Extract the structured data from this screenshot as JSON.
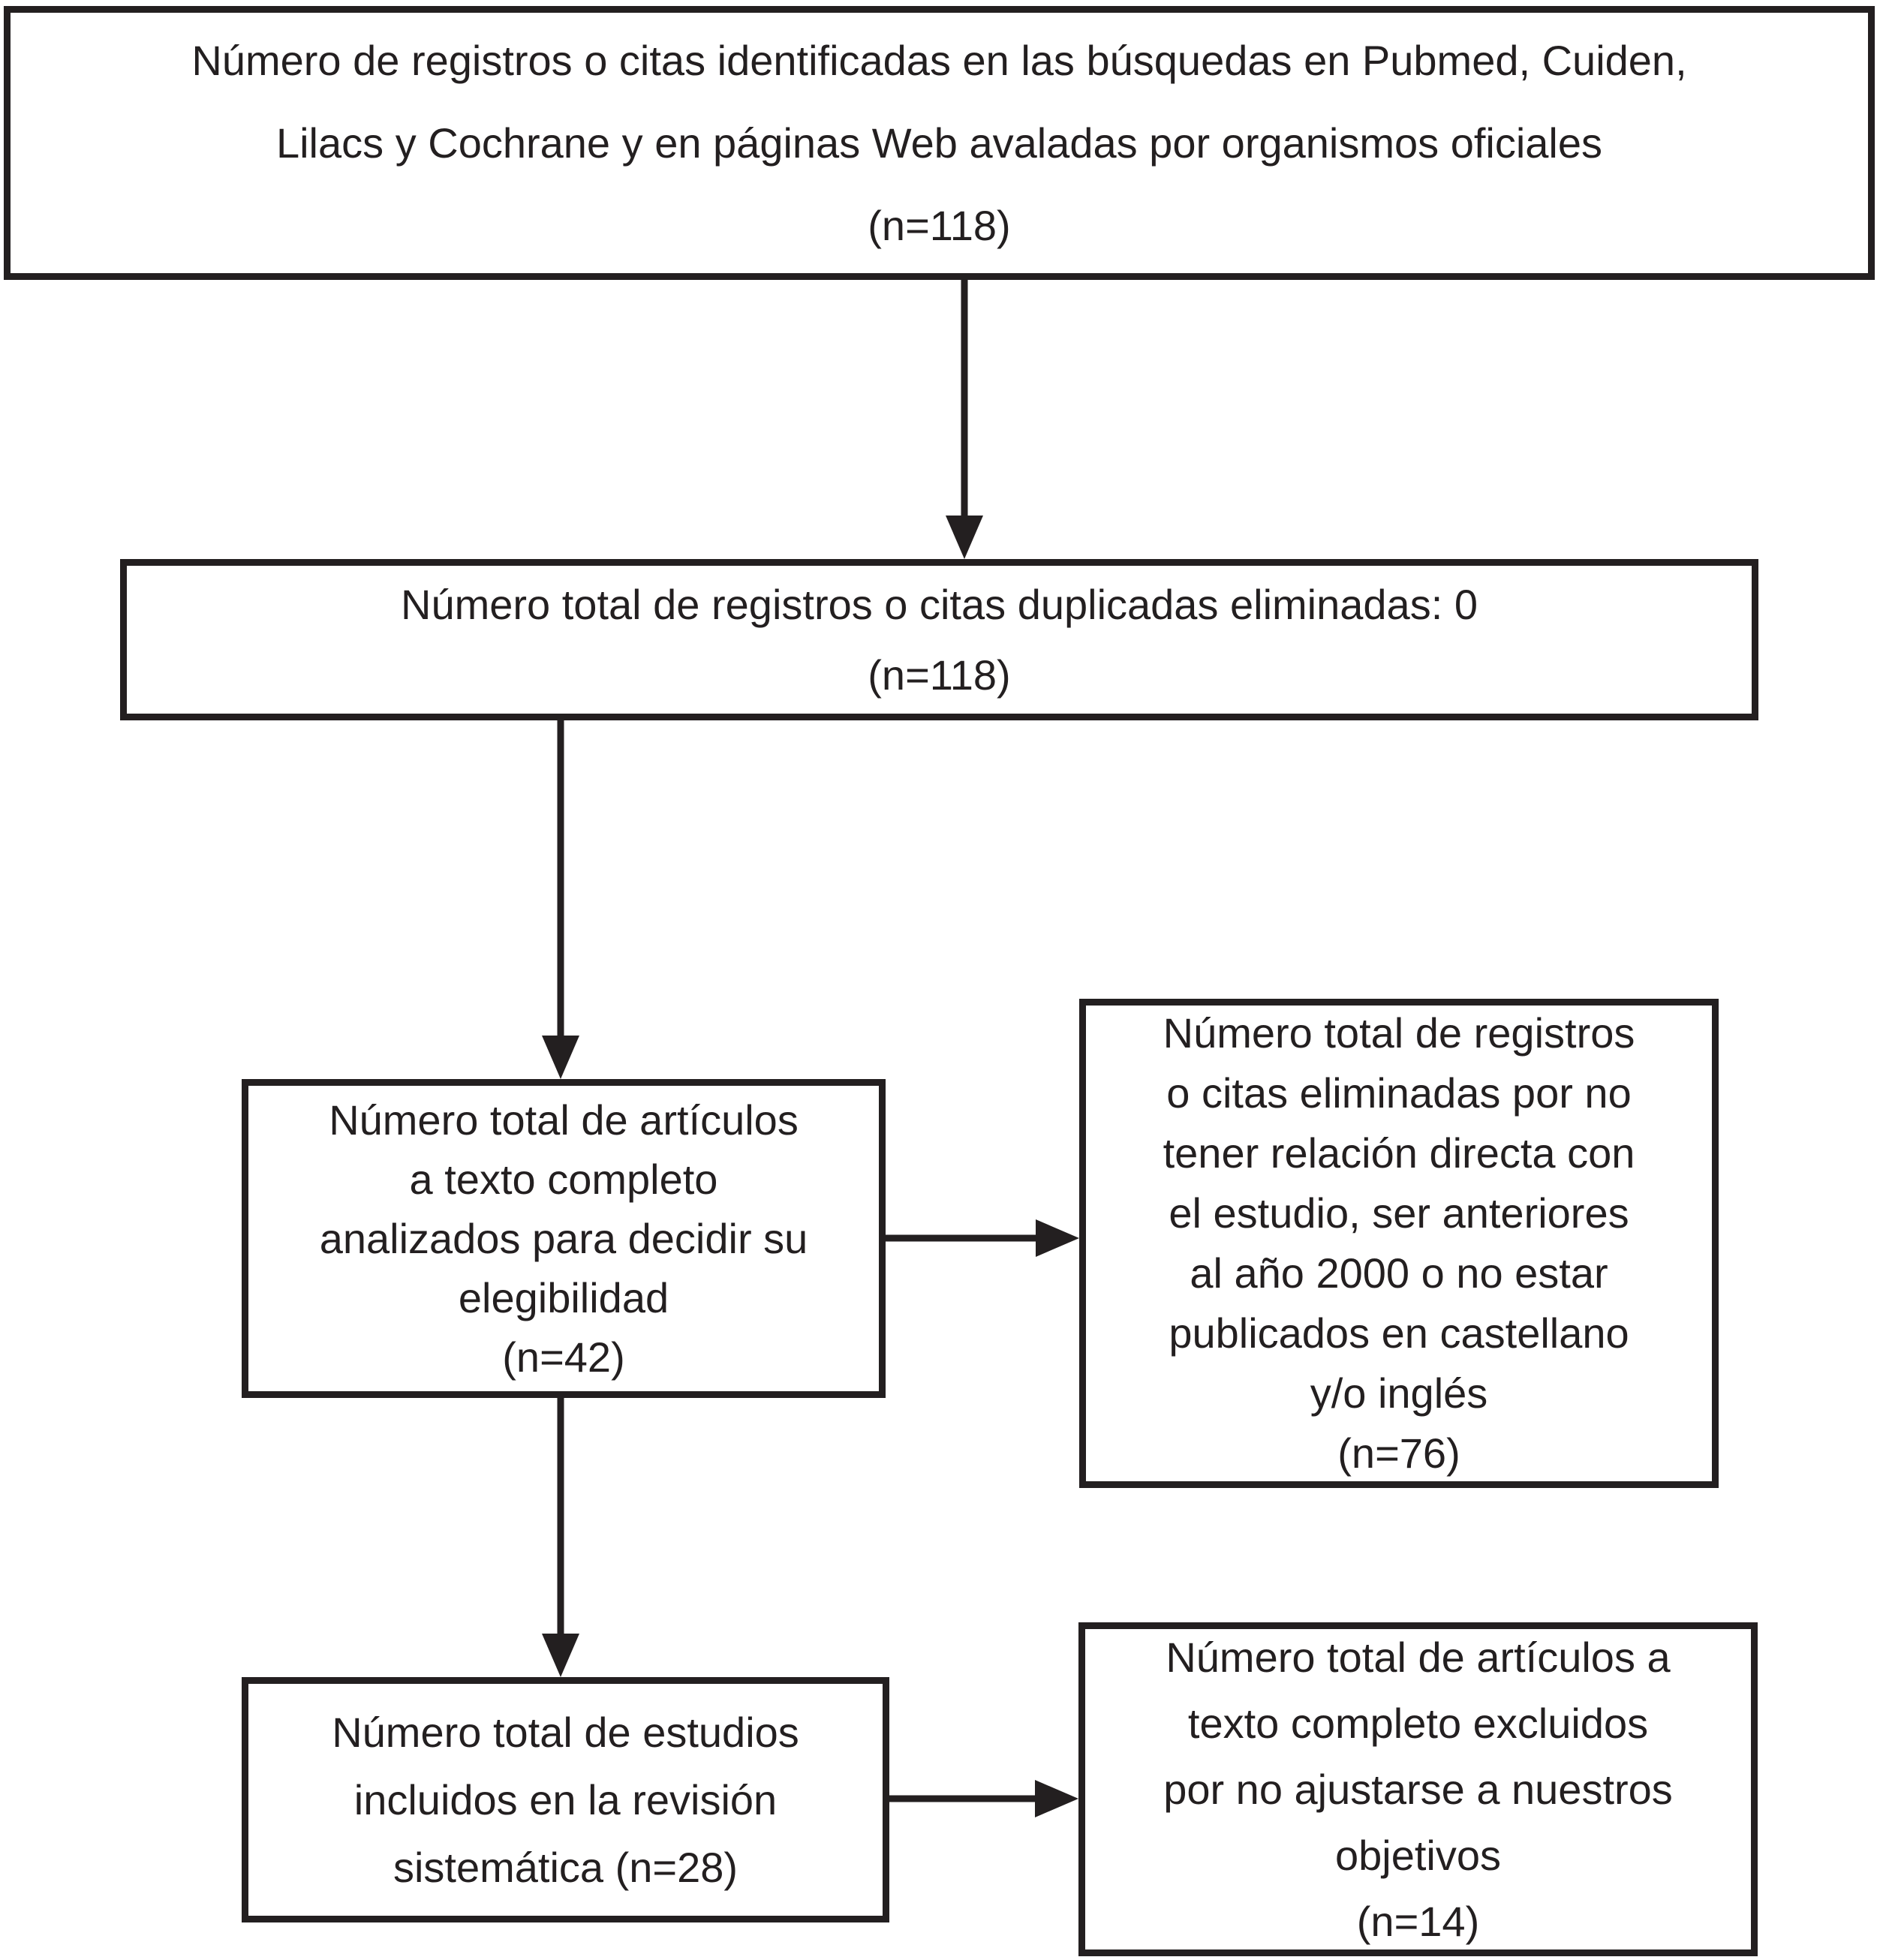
{
  "diagram": {
    "type": "flowchart",
    "colors": {
      "line": "#231f20",
      "background": "#ffffff"
    },
    "boxes": [
      {
        "id": "records-identified",
        "n": 118,
        "lines": [
          "Número de registros o citas identificadas en las búsquedas en Pubmed, Cuiden,",
          "Lilacs y Cochrane y en páginas Web avaladas por organismos oficiales",
          "(n=118)"
        ]
      },
      {
        "id": "duplicates-removed",
        "n": 118,
        "lines": [
          "Número total de registros o citas duplicadas eliminadas: 0",
          "(n=118)"
        ]
      },
      {
        "id": "fulltext-assessed",
        "n": 42,
        "lines": [
          "Número total de artículos",
          "a texto completo",
          "analizados para decidir su",
          "elegibilidad",
          "(n=42)"
        ]
      },
      {
        "id": "records-excluded",
        "n": 76,
        "lines": [
          "Número total de registros",
          "o citas eliminadas por no",
          "tener relación directa con",
          "el estudio, ser anteriores",
          "al año 2000 o no estar",
          "publicados en castellano",
          "y/o inglés",
          "(n=76)"
        ]
      },
      {
        "id": "studies-included",
        "n": 28,
        "lines": [
          "Número total de estudios",
          "incluidos en la revisión",
          "sistemática (n=28)"
        ]
      },
      {
        "id": "fulltext-excluded",
        "n": 14,
        "lines": [
          "Número total de artículos a",
          "texto completo excluidos",
          "por no ajustarse a nuestros",
          "objetivos",
          "(n=14)"
        ]
      }
    ]
  }
}
